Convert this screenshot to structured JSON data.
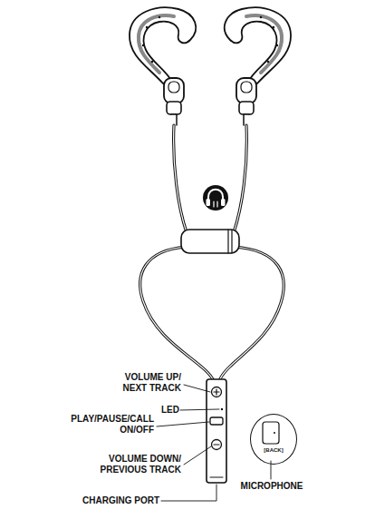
{
  "diagram": {
    "nodes": [
      {
        "text": [
          "[BACK]"
        ]
      }
    ],
    "labels": [
      "VOLUME UP/ NEXT TRACK",
      "PLAY/PAUSE/CALL ON/OFF",
      "LED",
      "VOLUME DOWN/ PREVIOUS TRACK",
      "CHARGING PORT",
      "MICROPHONE"
    ]
  }
}
